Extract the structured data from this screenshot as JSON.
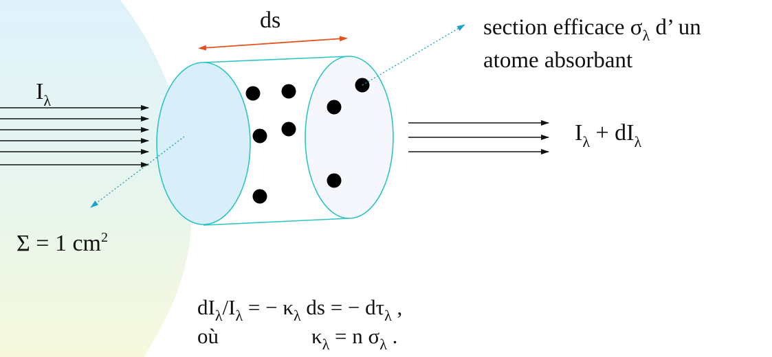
{
  "labels": {
    "ds": "ds",
    "incident": {
      "base": "I",
      "sub": "λ"
    },
    "transmitted": {
      "base1": "I",
      "sub1": "λ",
      "plus": " + dI",
      "sub2": "λ"
    },
    "area": {
      "base": "Σ = 1 cm",
      "sup": "2"
    },
    "cross_section": {
      "line1_a": "section efficace σ",
      "line1_sub": "λ",
      "line1_b": " d’ un",
      "line2": "atome absorbant"
    }
  },
  "equation": {
    "line1": {
      "a": "dI",
      "a_sub": "λ",
      "b": "/I",
      "b_sub": "λ",
      "c": " = − κ",
      "c_sub": "λ",
      "d": " ds = − dτ",
      "d_sub": "λ",
      "e": " ,"
    },
    "line2": {
      "prefix": "où",
      "a": "κ",
      "a_sub": "λ",
      "b": " = n σ",
      "b_sub": "λ",
      "c": " ."
    }
  },
  "colors": {
    "background_glow": "#dff2fb",
    "background_glow_warm": "#f6f9dc",
    "cylinder_outline": "#2ec4c4",
    "front_face": "#d8effa",
    "back_face": "#f6f7fd",
    "ds_arrow": "#e2531f",
    "pointer_arrow": "#1aa3c6",
    "ray_arrow": "#111111",
    "atom": "#000000"
  }
}
